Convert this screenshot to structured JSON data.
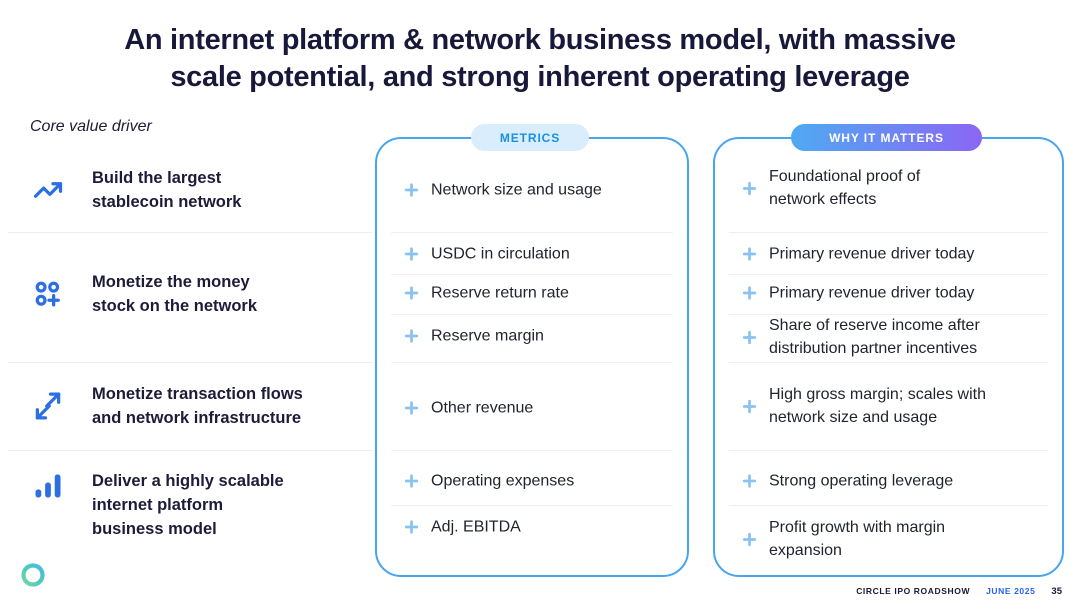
{
  "slide": {
    "title_lines": [
      "An internet platform & network business model, with massive",
      "scale potential, and strong inherent operating leverage"
    ],
    "core_value_driver_label": "Core value driver",
    "columns": {
      "metrics": "METRICS",
      "why": "WHY IT MATTERS"
    },
    "rows": [
      {
        "icon": "trend-up-icon",
        "driver_lines": [
          "Build the largest",
          "stablecoin network"
        ],
        "metrics": [
          "Network size and usage"
        ],
        "why": [
          "Foundational proof of network effects"
        ]
      },
      {
        "icon": "money-stock-icon",
        "driver_lines": [
          "Monetize the money",
          "stock on the network"
        ],
        "metrics": [
          "USDC in circulation",
          "Reserve return rate",
          "Reserve margin"
        ],
        "why": [
          "Primary revenue driver today",
          "Primary revenue driver today",
          "Share of reserve income after distribution partner incentives"
        ]
      },
      {
        "icon": "transaction-flows-icon",
        "driver_lines": [
          "Monetize transaction flows",
          "and network infrastructure"
        ],
        "metrics": [
          "Other revenue"
        ],
        "why": [
          "High gross margin; scales with network size and usage"
        ]
      },
      {
        "icon": "bar-chart-icon",
        "driver_lines": [
          "Deliver a highly scalable",
          "internet platform",
          "business model"
        ],
        "metrics": [
          "Operating expenses",
          "Adj. EBITDA"
        ],
        "why": [
          "Strong operating leverage",
          "Profit growth with margin expansion"
        ]
      }
    ],
    "footer": {
      "label": "CIRCLE IPO ROADSHOW",
      "date": "JUNE 2025",
      "page": "35"
    },
    "colors": {
      "box_border": "#47A5EE",
      "icon_blue": "#2B6FE3",
      "plus_blue": "#8AC2F2",
      "metrics_pill_bg": "#D9EDFC",
      "metrics_pill_text": "#1990E0",
      "why_pill_gradient_start": "#4FAAF2",
      "why_pill_gradient_end": "#8B66F4",
      "title_text": "#18183A"
    }
  }
}
